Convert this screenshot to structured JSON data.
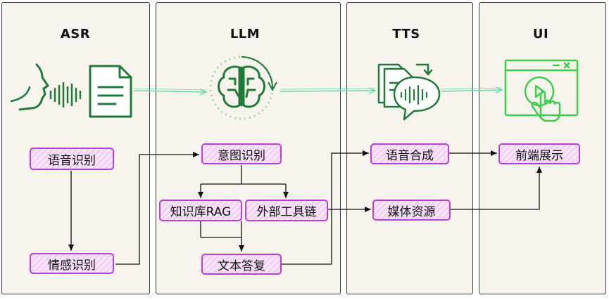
{
  "panels": {
    "asr": {
      "title": "ASR"
    },
    "llm": {
      "title": "LLM"
    },
    "tts": {
      "title": "TTS"
    },
    "ui": {
      "title": "UI"
    }
  },
  "nodes": {
    "speech_recognition": "语音识别",
    "emotion_recognition": "情感识别",
    "intent_recognition": "意图识别",
    "knowledge_rag": "知识库RAG",
    "external_tools": "外部工具链",
    "text_answer": "文本答复",
    "speech_synthesis": "语音合成",
    "media_resources": "媒体资源",
    "frontend_display": "前端展示"
  },
  "icons": {
    "asr": "speech-to-document-icon",
    "llm": "brain-circuit-icon",
    "tts": "document-to-speech-icon",
    "ui": "touch-screen-icon"
  },
  "colors": {
    "icon_green": "#1f7a3a",
    "ui_green": "#3ccf4e",
    "flow_green": "#6fd9a0",
    "node_border": "#bd3fd6",
    "node_fill": "#f3d1f5",
    "panel_bg": "#f7f4ee"
  }
}
